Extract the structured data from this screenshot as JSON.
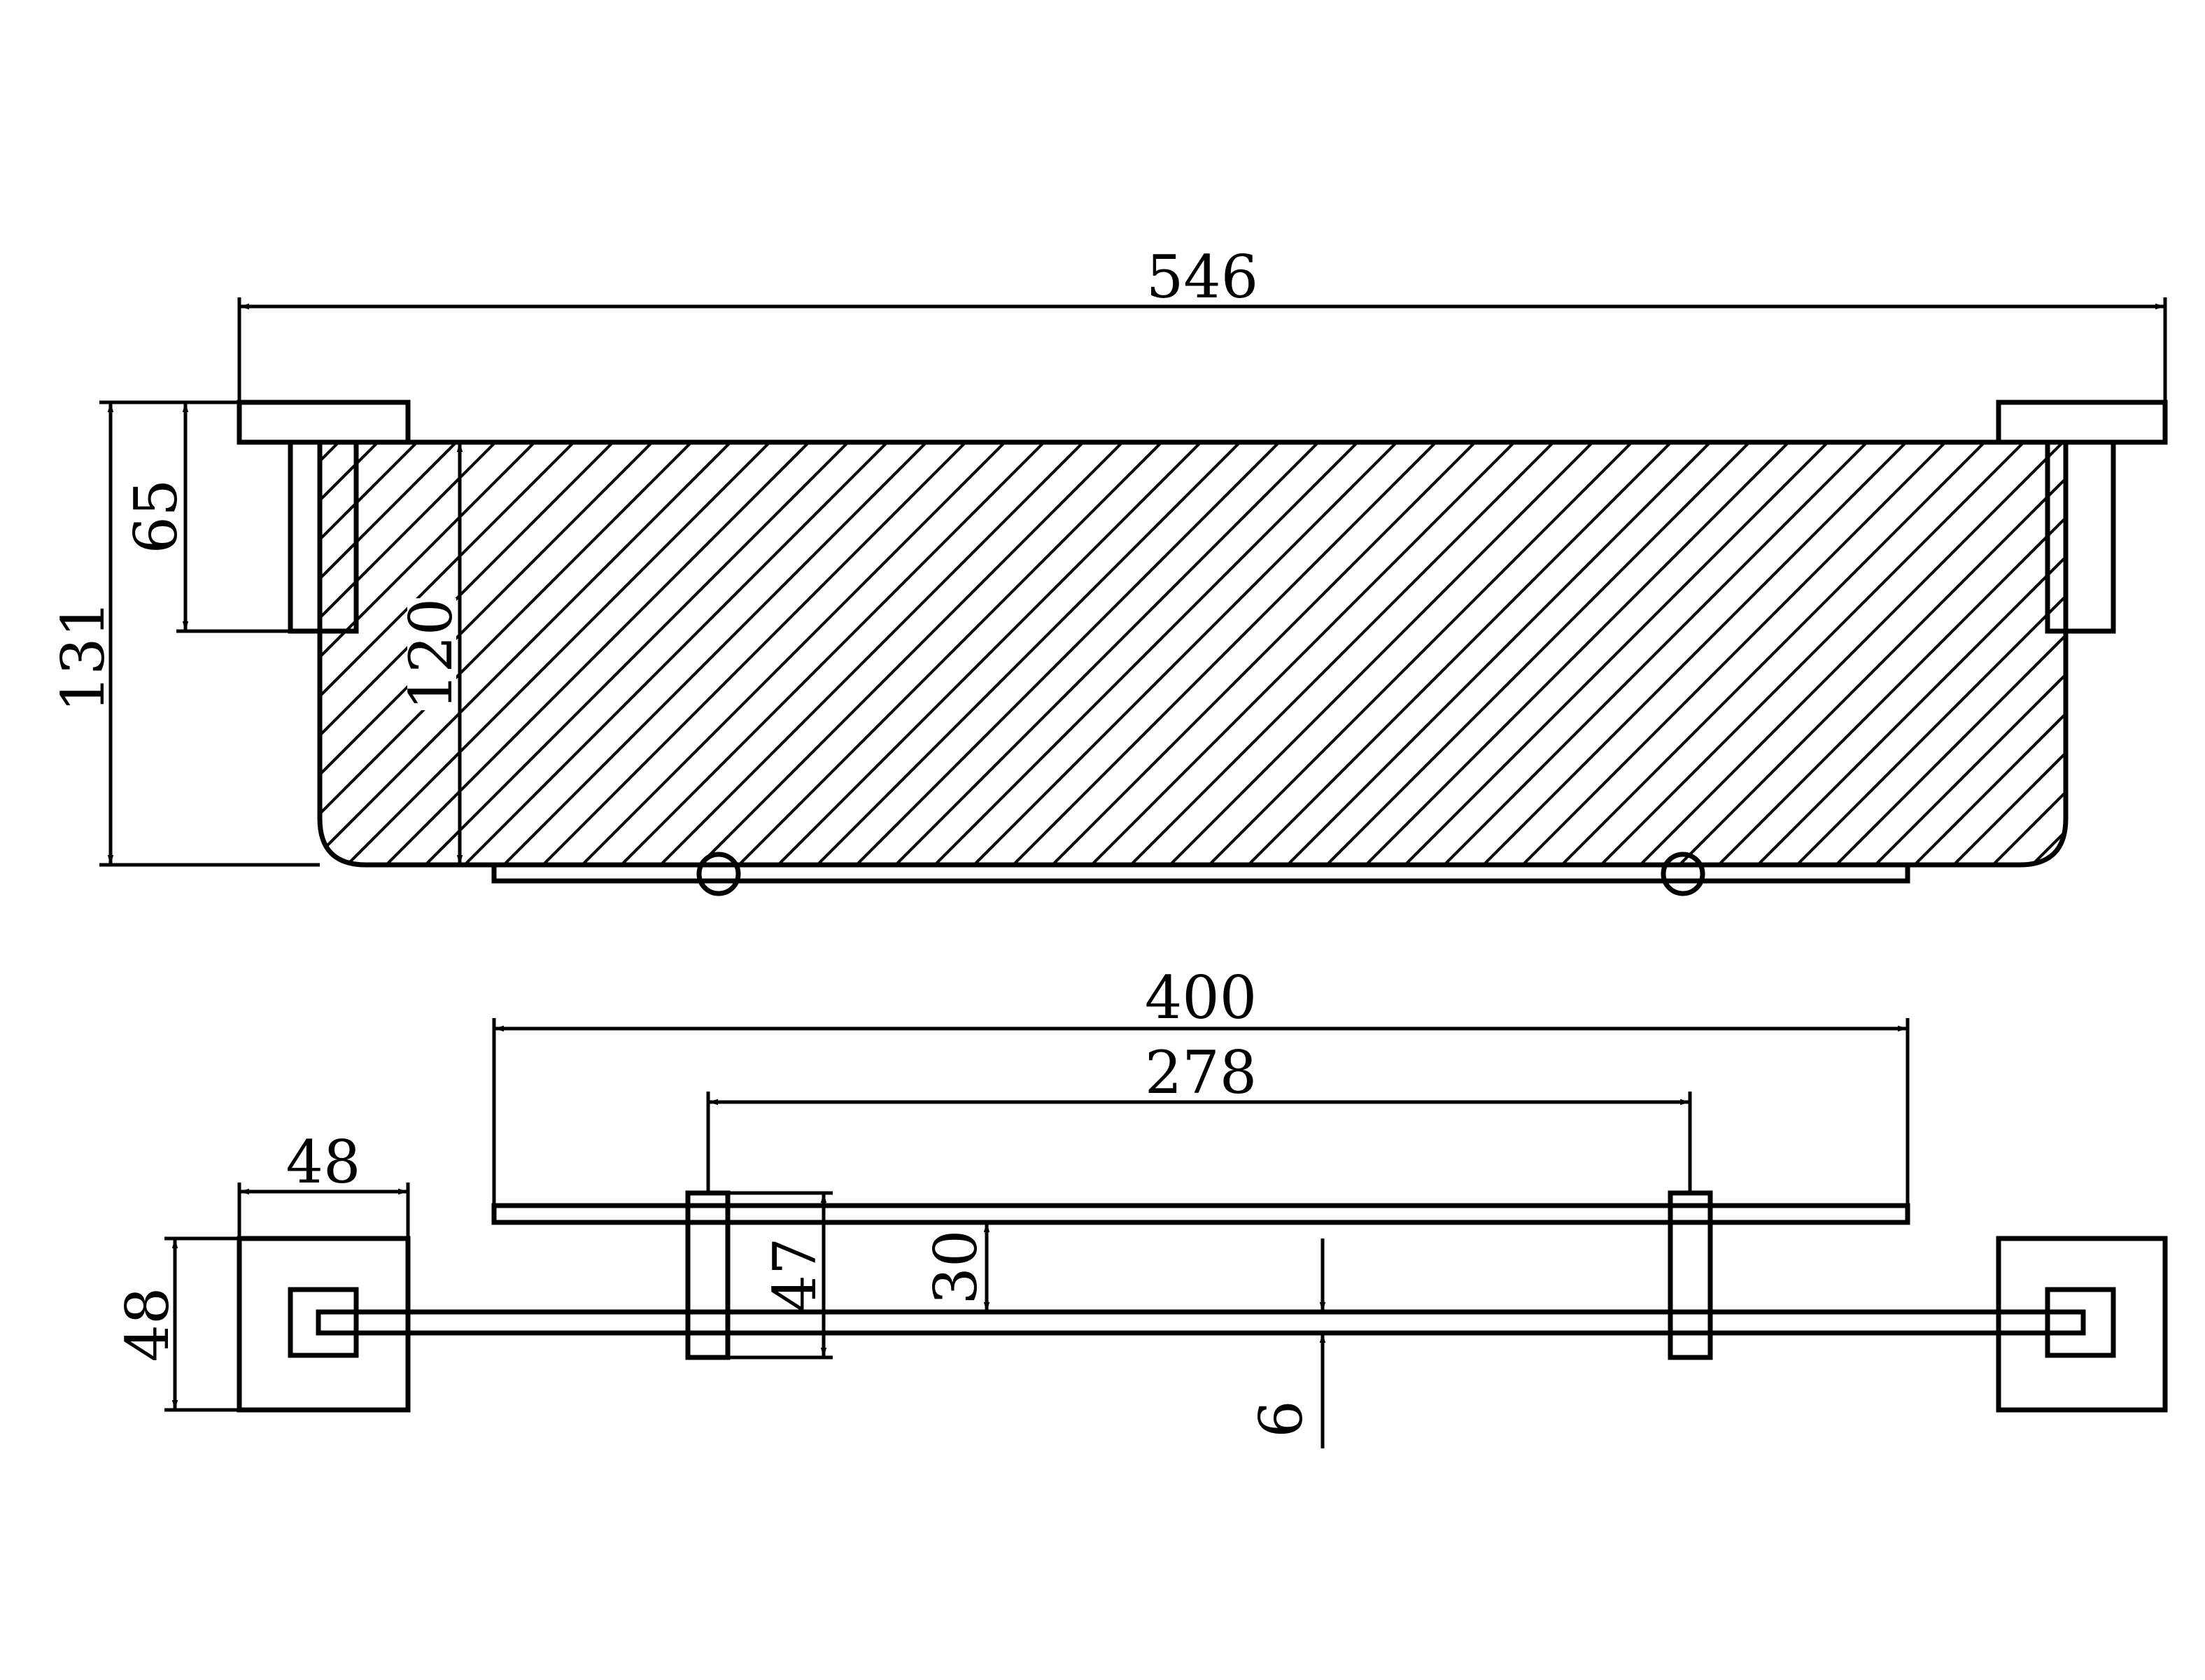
{
  "colors": {
    "stroke": "#000000",
    "background": "#ffffff"
  },
  "elevation_view": {
    "dimensions": {
      "overall_length": "546",
      "overall_height": "131",
      "bracket_height": "65",
      "glass_depth": "120"
    }
  },
  "plan_view": {
    "dimensions": {
      "glass_length": "400",
      "clamp_spacing": "278",
      "base_width": "48",
      "base_height": "48",
      "clamp_height": "47",
      "offset": "30",
      "rod_thickness": "6"
    }
  }
}
